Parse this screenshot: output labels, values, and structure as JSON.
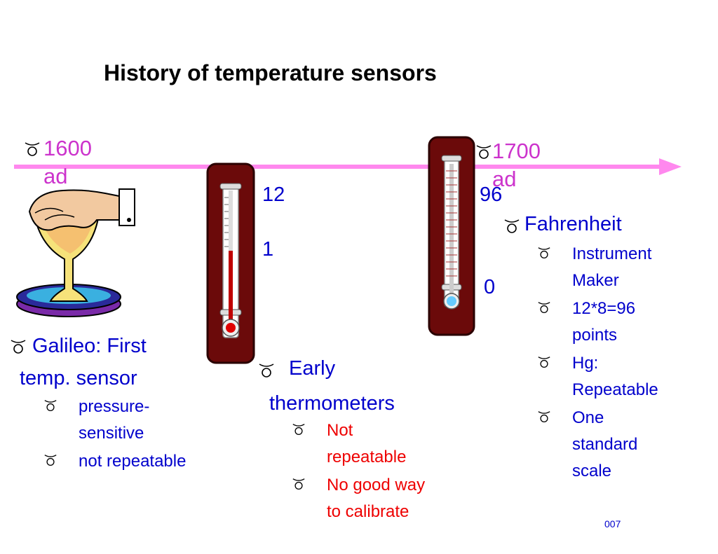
{
  "title": "History of temperature sensors",
  "timeline": {
    "start_label": "1600 ad",
    "end_label": "1700 ad",
    "color": "#ff88ee"
  },
  "galileo": {
    "heading": [
      "Galileo: First",
      "temp. sensor"
    ],
    "items": [
      [
        "pressure-",
        "sensitive"
      ],
      [
        "not repeatable"
      ]
    ]
  },
  "early": {
    "scale_top": "12",
    "scale_mid": "1",
    "heading": [
      "Early",
      "thermometers"
    ],
    "items": [
      [
        "Not",
        "repeatable"
      ],
      [
        "No good way",
        "to calibrate"
      ]
    ]
  },
  "fahrenheit": {
    "scale_top": "96",
    "scale_bottom": "0",
    "heading": "Fahrenheit",
    "items": [
      [
        "Instrument",
        "Maker"
      ],
      [
        "12*8=96",
        "points"
      ],
      [
        "Hg:",
        "Repeatable"
      ],
      [
        "One",
        "standard",
        "scale"
      ]
    ]
  },
  "page_number": "007",
  "icons": [
    "bullet-icon",
    "hand-flask-icon",
    "thermometer-icon"
  ],
  "colors": {
    "text_blue": "#0000cc",
    "text_red": "#ee0000",
    "date_magenta": "#cc33cc",
    "frame": "#6b0a0a"
  }
}
